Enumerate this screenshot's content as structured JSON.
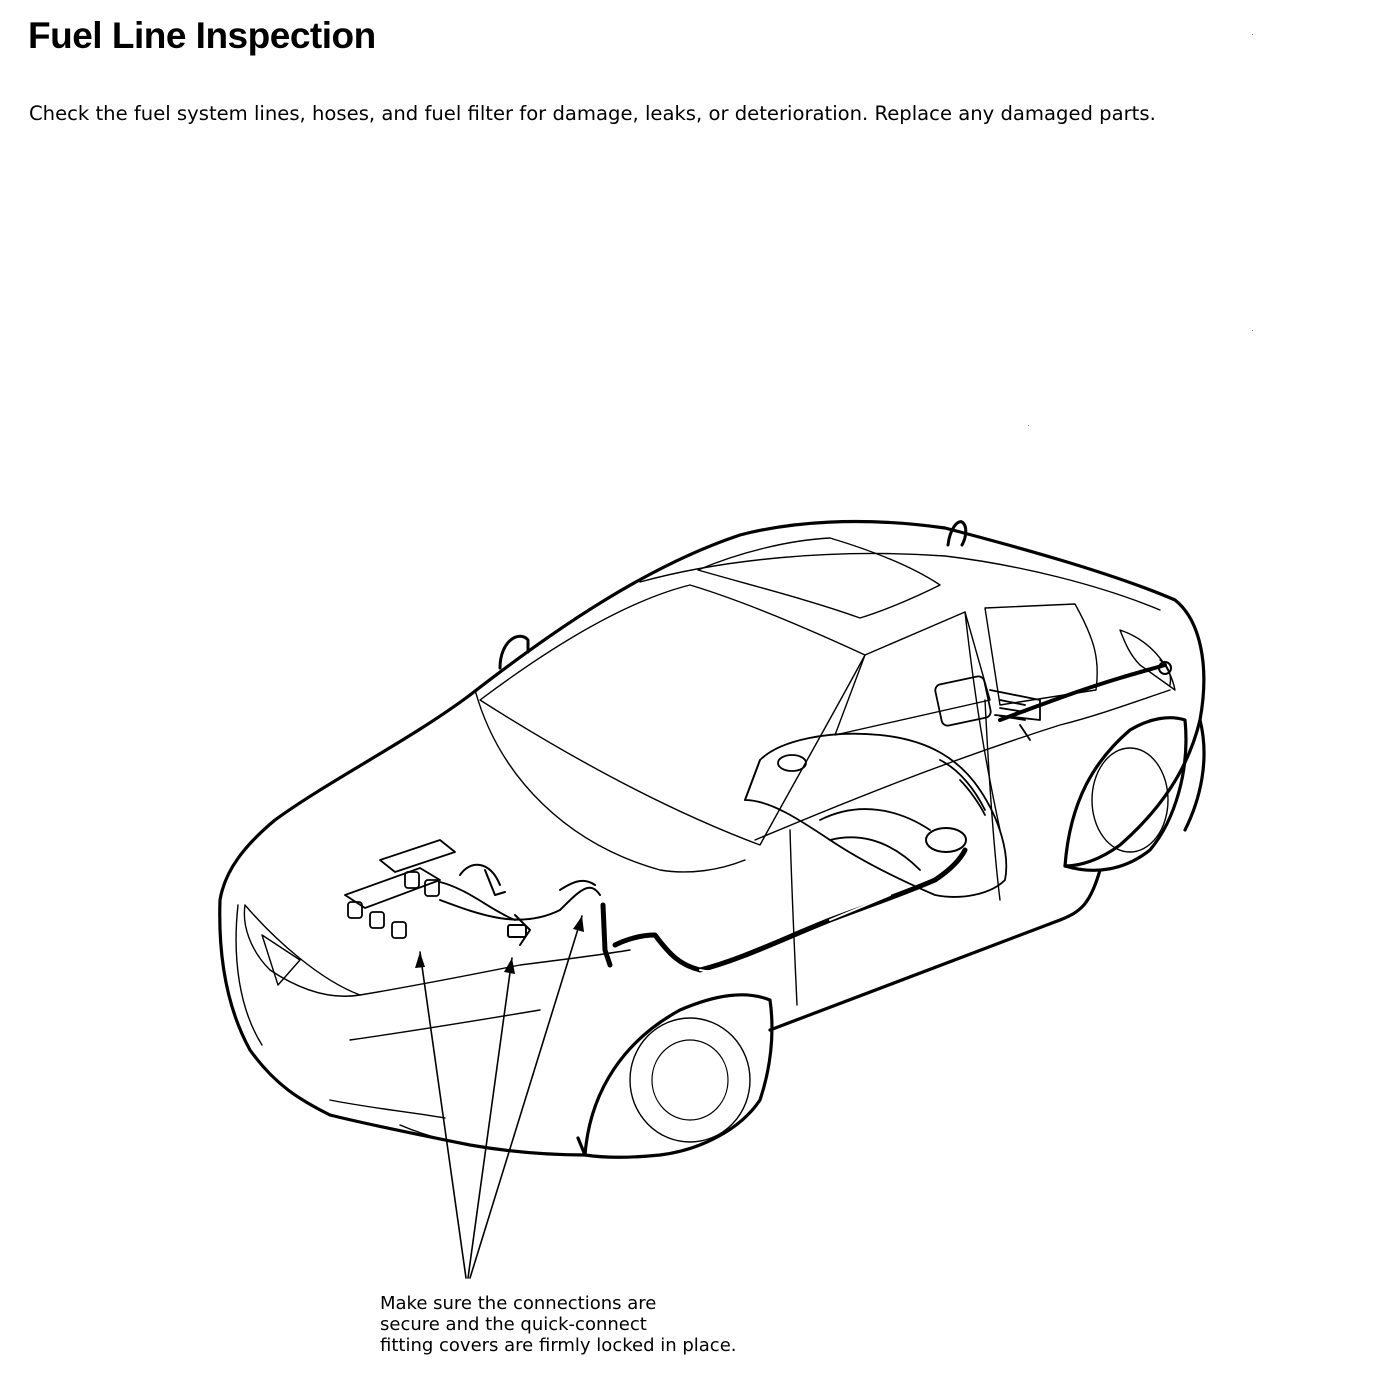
{
  "page": {
    "title": "Fuel Line Inspection",
    "intro": "Check the fuel system lines, hoses, and fuel filter for damage, leaks, or deterioration. Replace any damaged parts."
  },
  "figure": {
    "callout": {
      "lines": [
        "Make sure the connections are",
        "secure and the quick-connect",
        "fitting covers are firmly locked in place."
      ]
    }
  }
}
